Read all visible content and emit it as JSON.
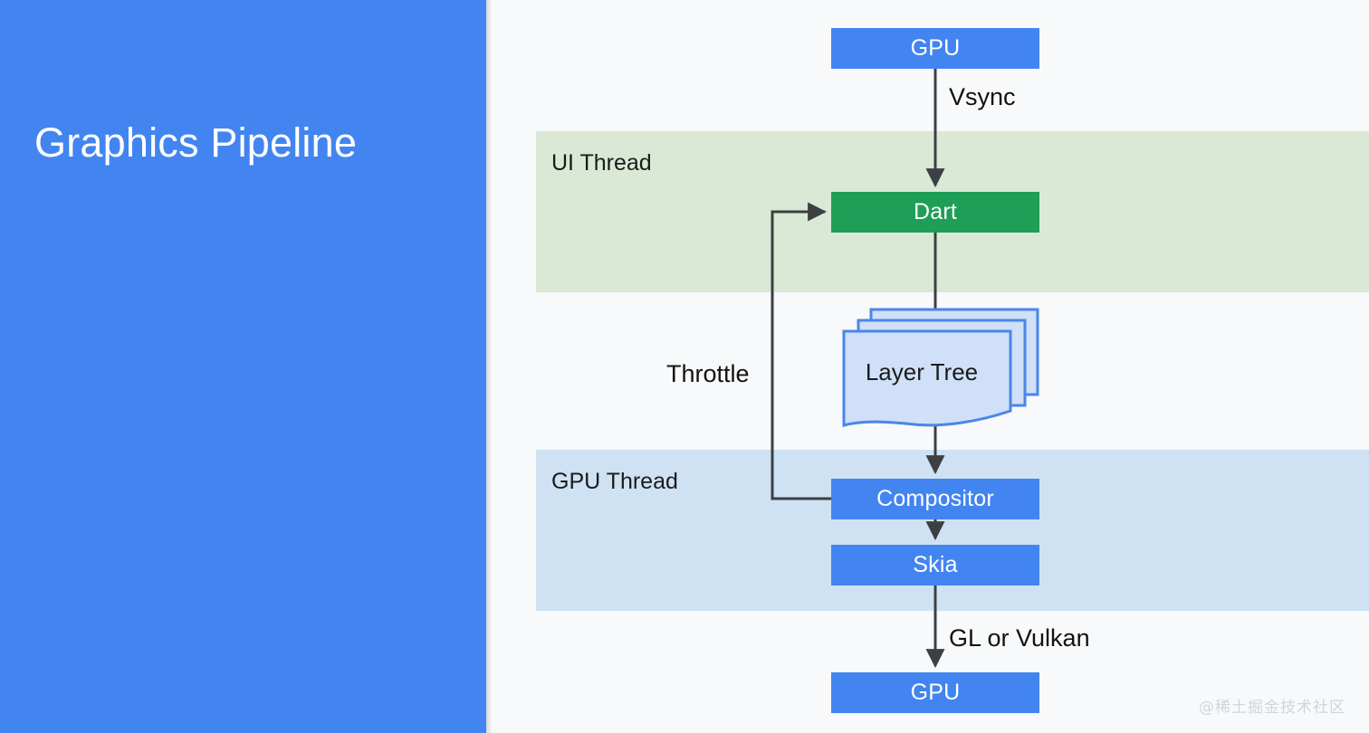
{
  "slide": {
    "title": "Graphics Pipeline",
    "title_panel_color": "#4285f0",
    "canvas_color": "#f8f9fa"
  },
  "bands": [
    {
      "id": "ui-thread",
      "label": "UI Thread",
      "color": "#dae9d6"
    },
    {
      "id": "gpu-thread",
      "label": "GPU Thread",
      "color": "#cfe2f3"
    }
  ],
  "nodes": [
    {
      "id": "gpu-top",
      "label": "GPU",
      "color": "#4285f0"
    },
    {
      "id": "dart",
      "label": "Dart",
      "color": "#1e9e56"
    },
    {
      "id": "layer-tree",
      "label": "Layer Tree",
      "color": "#cfe0f8",
      "border": "#4a86e8"
    },
    {
      "id": "compositor",
      "label": "Compositor",
      "color": "#4285f0"
    },
    {
      "id": "skia",
      "label": "Skia",
      "color": "#4285f0"
    },
    {
      "id": "gpu-bottom",
      "label": "GPU",
      "color": "#4285f0"
    }
  ],
  "edges": [
    {
      "id": "gpu-to-dart",
      "label": "Vsync",
      "from": "gpu-top",
      "to": "dart"
    },
    {
      "id": "dart-to-layertree",
      "label": "",
      "from": "dart",
      "to": "layer-tree"
    },
    {
      "id": "layertree-to-compositor",
      "label": "",
      "from": "layer-tree",
      "to": "compositor"
    },
    {
      "id": "compositor-to-skia",
      "label": "",
      "from": "compositor",
      "to": "skia"
    },
    {
      "id": "skia-to-gpu",
      "label": "GL or Vulkan",
      "from": "skia",
      "to": "gpu-bottom"
    },
    {
      "id": "compositor-to-dart",
      "label": "Throttle",
      "from": "compositor",
      "to": "dart"
    }
  ],
  "labels": {
    "vsync": "Vsync",
    "throttle": "Throttle",
    "gl_or_vulkan": "GL or Vulkan"
  },
  "watermark": "@稀土掘金技术社区"
}
